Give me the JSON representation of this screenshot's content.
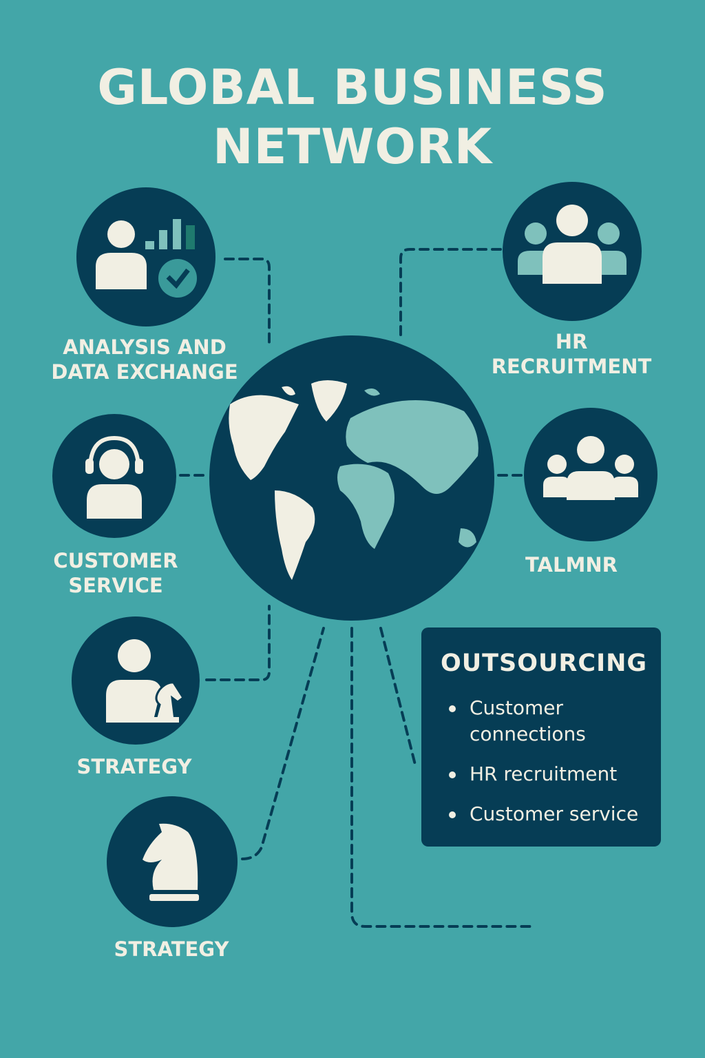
{
  "title": {
    "line1": "GLOBAL BUSINESS",
    "line2": "NETWORK"
  },
  "nodes": {
    "analysis": {
      "label_line1": "ANALYSIS AND",
      "label_line2": "DATA EXCHANGE",
      "icon": "person-chart-check-icon"
    },
    "hr": {
      "label_line1": "HR",
      "label_line2": "RECRUITMENT",
      "icon": "group-icon"
    },
    "customer_service": {
      "label_line1": "CUSTOMER",
      "label_line2": "SERVICE",
      "icon": "headset-person-icon"
    },
    "talent": {
      "label": "TALMNR",
      "icon": "team-icon"
    },
    "strategy1": {
      "label": "STRATEGY",
      "icon": "person-chess-knight-icon"
    },
    "strategy2": {
      "label": "STRATEGY",
      "icon": "chess-knight-icon"
    }
  },
  "outsourcing": {
    "title": "OUTSOURCING",
    "items": [
      "Customer connections",
      "HR recruitment",
      "Customer service"
    ]
  },
  "colors": {
    "background": "#43a6a8",
    "navy": "#063d55",
    "cream": "#f1efe3",
    "light_teal": "#7fc1bc"
  }
}
